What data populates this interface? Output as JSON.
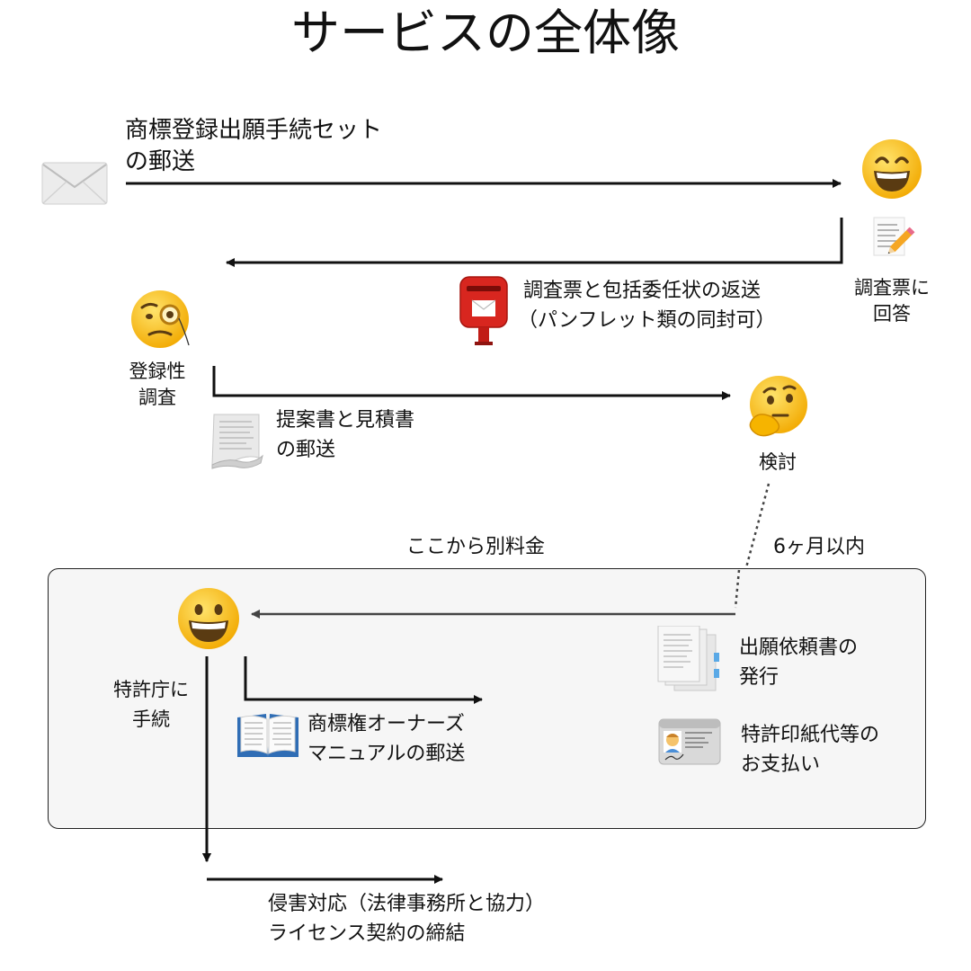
{
  "title": "サービスの全体像",
  "steps": {
    "mail_set": [
      "商標登録出願手続セット",
      "の郵送"
    ],
    "answer": [
      "調査票に",
      "回答"
    ],
    "return_docs": [
      "調査票と包括委任状の返送",
      "（パンフレット類の同封可）"
    ],
    "registrability": [
      "登録性",
      "調査"
    ],
    "proposal": [
      "提案書と見積書",
      "の郵送"
    ],
    "consider": "検討",
    "extra_fee": "ここから別料金",
    "within": "6ヶ月以内",
    "issue_request": [
      "出願依頼書の",
      "発行"
    ],
    "stamp_fee": [
      "特許印紙代等の",
      "お支払い"
    ],
    "jpo": [
      "特許庁に",
      "手続"
    ],
    "manual": [
      "商標権オーナーズ",
      "マニュアルの郵送"
    ],
    "infringement": [
      "侵害対応（法律事務所と協力）",
      "ライセンス契約の締結"
    ]
  },
  "icons": {
    "envelope": "envelope-icon",
    "grin_face": "grinning-face-with-smiling-eyes-icon",
    "memo": "memo-pencil-icon",
    "postbox": "postbox-icon",
    "monocle_face": "face-with-monocle-icon",
    "thinking_face": "thinking-face-icon",
    "scroll": "page-curl-icon",
    "smile_face": "grinning-face-icon",
    "documents": "documents-icon",
    "id_card": "id-card-icon",
    "book": "open-book-icon"
  }
}
